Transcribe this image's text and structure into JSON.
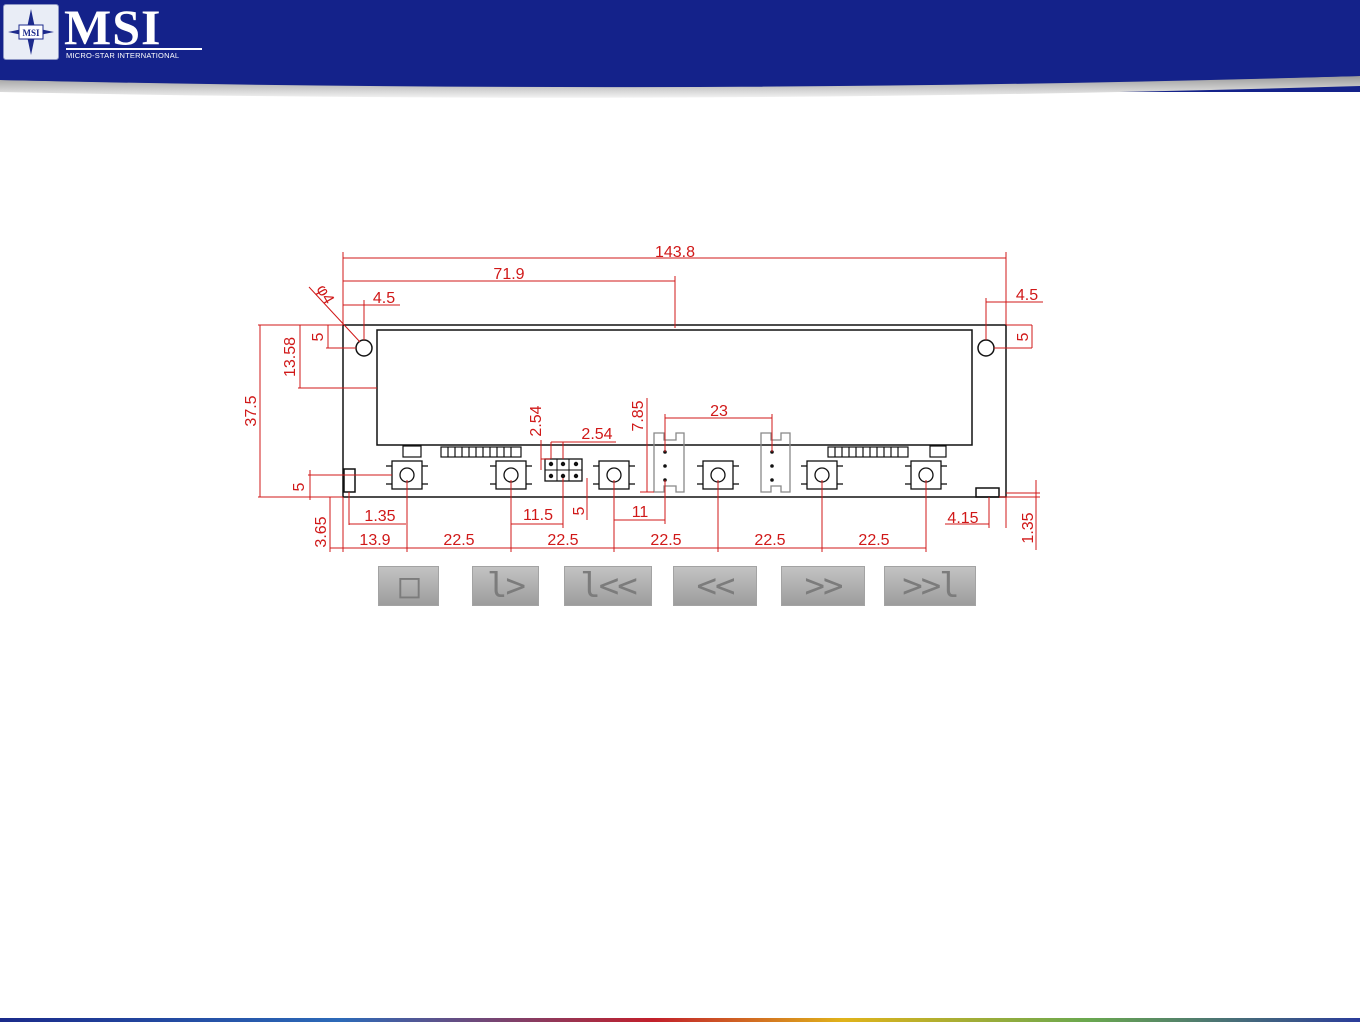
{
  "header": {
    "logo_text": "MSI",
    "logo_subtitle": "MICRO-STAR INTERNATIONAL",
    "logo_badge": "MSI"
  },
  "drawing": {
    "dimensions": {
      "overall_width": "143.8",
      "half_width": "71.9",
      "hole_diameter": "φ4",
      "hole_offset_x_left": "4.5",
      "hole_offset_x_right": "4.5",
      "hole_offset_y_left": "5",
      "hole_offset_y_right": "5",
      "lcd_top_offset": "13.58",
      "overall_height": "37.5",
      "header_pitch_v": "2.54",
      "header_pitch_h": "2.54",
      "connector_height": "7.85",
      "connector_spacing": "23",
      "switch_height": "5",
      "switch_left_offset": "1.35",
      "header_offset": "11.5",
      "header_height": "5",
      "connector_offset": "11",
      "bottom_left_offset": "3.65",
      "right_part_offset": "4.15",
      "right_part_height": "1.35",
      "first_button_x": "13.9",
      "button_pitch_1": "22.5",
      "button_pitch_2": "22.5",
      "button_pitch_3": "22.5",
      "button_pitch_4": "22.5",
      "button_pitch_5": "22.5"
    }
  },
  "controls": [
    {
      "label": "□",
      "icon": "stop-icon"
    },
    {
      "label": "l>",
      "icon": "play-icon"
    },
    {
      "label": "l<<",
      "icon": "skip-back-icon"
    },
    {
      "label": "<<",
      "icon": "rewind-icon"
    },
    {
      "label": ">>",
      "icon": "fast-forward-icon"
    },
    {
      "label": ">>l",
      "icon": "skip-forward-icon"
    }
  ],
  "colors": {
    "header_blue": "#14228a",
    "dimension_red": "#d01818",
    "outline_black": "#111111"
  }
}
